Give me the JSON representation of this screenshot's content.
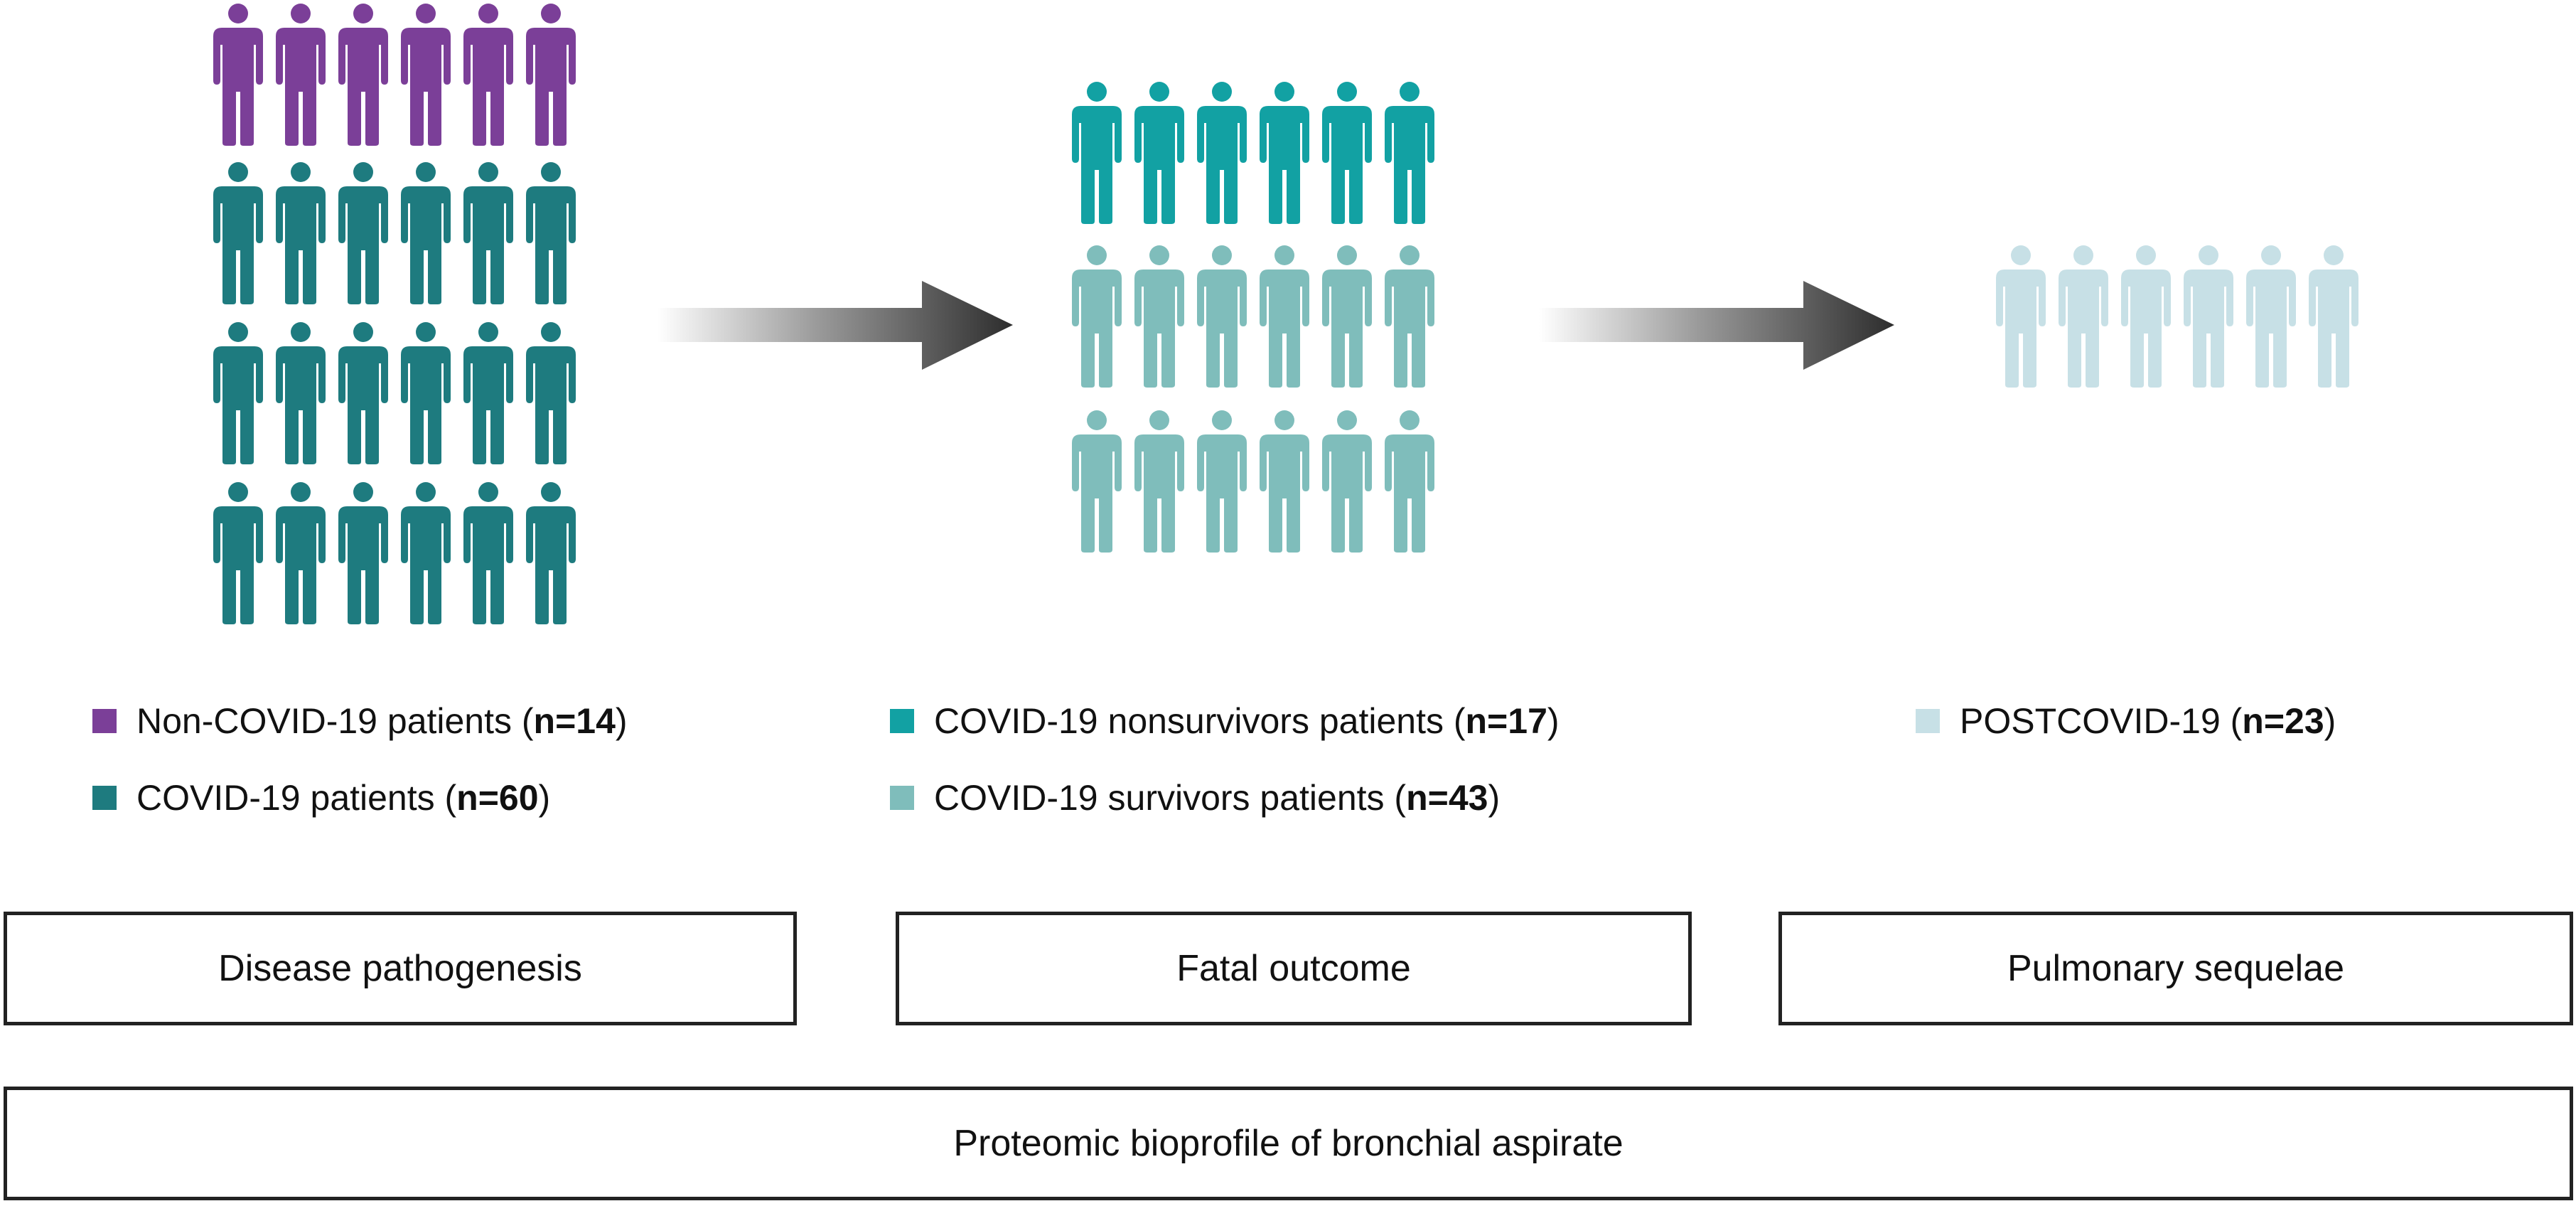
{
  "colors": {
    "non_covid": "#7b3f98",
    "covid": "#1e7b7f",
    "nonsurvivors": "#12a1a3",
    "survivors": "#7fbdbb",
    "postcovid": "#c7e0e6"
  },
  "icons": [
    "person-icon",
    "arrow-right-icon"
  ],
  "groups": {
    "non_covid": {
      "count": 6,
      "rows": 1
    },
    "covid": {
      "count": 18,
      "rows": 3
    },
    "nonsurvivors": {
      "count": 6,
      "rows": 1
    },
    "survivors": {
      "count": 12,
      "rows": 2
    },
    "postcovid": {
      "count": 6,
      "rows": 1
    }
  },
  "legend": {
    "non_covid": {
      "label": "Non-COVID-19 patients (",
      "n": "n=14",
      "close": ")"
    },
    "covid": {
      "label": "COVID-19 patients (",
      "n": "n=60",
      "close": ")"
    },
    "nonsurvivors": {
      "label": "COVID-19 nonsurvivors patients (",
      "n": "n=17",
      "close": ")"
    },
    "survivors": {
      "label": "COVID-19 survivors patients (",
      "n": "n=43",
      "close": ")"
    },
    "postcovid": {
      "label": "POSTCOVID-19 (",
      "n": "n=23",
      "close": ")"
    }
  },
  "boxes": {
    "pathogenesis": "Disease pathogenesis",
    "fatal": "Fatal outcome",
    "sequelae": "Pulmonary sequelae",
    "proteomic": "Proteomic bioprofile of bronchial aspirate"
  }
}
